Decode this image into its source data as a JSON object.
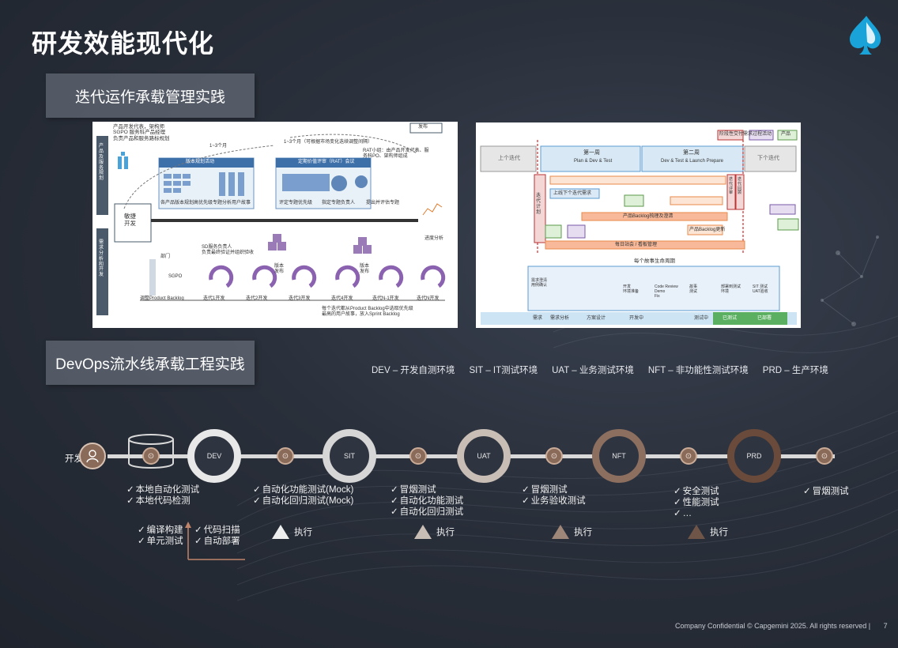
{
  "page": {
    "title": "研发效能现代化",
    "footer_text": "Company Confidential © Capgemini 2025. All rights reserved |",
    "page_number": "7"
  },
  "sections": {
    "iteration": {
      "label": "迭代运作承载管理实践"
    },
    "devops": {
      "label": "DevOps流水线承载工程实践"
    }
  },
  "left_diagram": {
    "role_text_1": "产品开发代表，架构师\nSGPO 服务科产品经理\n负责产品和服务路标规划",
    "side_label_1": "产品及服务规划",
    "side_label_2": "需求分析和开发",
    "cycle_label": "1~3个月",
    "quarter_label": "1~3个月（可根据市场变化迭续调整间隔）",
    "version_panel_title": "版本规划活动",
    "rat_panel_title": "定期价值评审（RAT）会议",
    "rat_note": "RAT小组：由产品开发代表、服\n务科PO、架构师组成",
    "dev_release": "发布",
    "flow_1": "各产品版本规划",
    "flow_2": "高优先级专题分析用户故事",
    "flow_3": "评定专题优先级",
    "flow_4": "指定专题负责人",
    "flow_5": "提出并评估专题",
    "center_box": "敏捷\n开发",
    "progress_label": "进度分析",
    "sd_note": "SD服务负责人\n负责最终验证并组织验收",
    "team_label": "部门",
    "sgpo_label": "SGPO",
    "release_1": "版本\n发布",
    "release_2": "版本\n发布",
    "backlog_adjust": "调整Product Backlog",
    "iterations": [
      "迭代1开发",
      "迭代2开发",
      "迭代3开发",
      "迭代4开发",
      "迭代N-1开发",
      "迭代N开发"
    ],
    "bottom_note": "每个迭代都从Product Backlog中选取优先级\n最高的用户故事，放入Sprint Backlog"
  },
  "right_diagram": {
    "legend": [
      "阶段性交付需求",
      "过程活动",
      "产品"
    ],
    "prev_iteration": "上个迭代",
    "next_iteration": "下个迭代",
    "week1": "第一周",
    "week1_sub": "Plan & Dev & Test",
    "week2": "第二周",
    "week2_sub": "Dev & Test & Launch Prepare",
    "iteration_plan": "迭代计划",
    "iteration_review": "迭代评审",
    "iteration_retro": "迭代回顾",
    "row_texts": [
      "上线下个迭代需求",
      "产品Backlog梳理及澄清",
      "每日站会 / 看板管理",
      "产品Backlog更新"
    ],
    "story_section_title": "每个故事生命周期",
    "stages": [
      "需求分析",
      "方案设计",
      "开发中",
      "测试中",
      "已测试",
      "已部署"
    ],
    "stage_left_label": "需求",
    "story_boxes": [
      "需求澄清\n用例确认",
      "开发\n环境准备",
      "Code Review\nDemo\nFix",
      "故事\n测试",
      "部署到测试\n环境",
      "SIT 测试\nUAT验收"
    ]
  },
  "pipeline": {
    "env_legend": [
      "DEV – 开发自测环境",
      "SIT – IT测试环境",
      "UAT – 业务测试环境",
      "NFT – 非功能性测试环境",
      "PRD – 生产环境"
    ],
    "developer_label": "开发",
    "stages": [
      "DEV",
      "SIT",
      "UAT",
      "NFT",
      "PRD"
    ],
    "colors": {
      "ring_light": "#e8e8e8",
      "ring_mid": "#c9beb6",
      "ring_brown": "#8d6f5f",
      "ring_dark": "#6a4a3a",
      "accent": "#8a6a58"
    },
    "checks": {
      "local": [
        "本地自动化测试",
        "本地代码检测"
      ],
      "dev": [
        "自动化功能测试(Mock)",
        "自动化回归测试(Mock)"
      ],
      "sit": [
        "冒烟测试",
        "自动化功能测试",
        "自动化回归测试"
      ],
      "uat": [
        "冒烟测试",
        "业务验收测试"
      ],
      "nft": [
        "安全测试",
        "性能测试",
        "…"
      ],
      "prd": [
        "冒烟测试"
      ]
    },
    "build_left": [
      "编译构建",
      "单元测试"
    ],
    "build_right": [
      "代码扫描",
      "自动部署"
    ],
    "execute_label": "执行"
  }
}
